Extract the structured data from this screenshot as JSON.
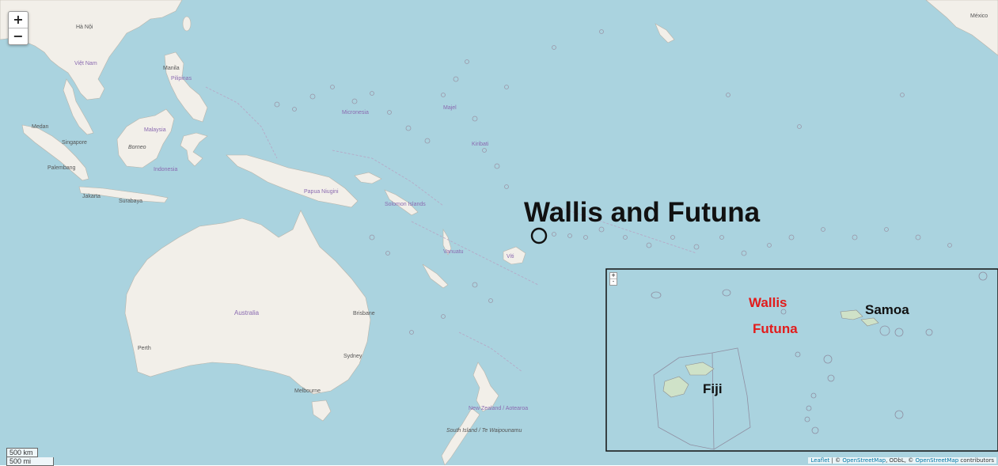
{
  "controls": {
    "zoom_in": "+",
    "zoom_out": "−",
    "mini_zoom_in": "+",
    "mini_zoom_out": "-"
  },
  "scale": {
    "km": "500 km",
    "mi": "500 mi"
  },
  "attribution": {
    "leaflet": "Leaflet",
    "sep1": " | © ",
    "osm1": "OpenStreetMap",
    "odbl": ", ODbL, © ",
    "osm2": "OpenStreetMap",
    "contrib": " contributors"
  },
  "annotation": {
    "title": "Wallis and Futuna"
  },
  "inset": {
    "labels": {
      "wallis": "Wallis",
      "futuna": "Futuna",
      "samoa": "Samoa",
      "fiji": "Fiji"
    }
  },
  "place_labels": {
    "ha_noi": "Hà Nội",
    "viet_nam": "Việt Nam",
    "manila": "Manila",
    "pilipinas": "Pilipinas",
    "malaysia": "Malaysia",
    "singapore": "Singapore",
    "medan": "Medan",
    "palembang": "Palembang",
    "jakarta": "Jakarta",
    "surabaya": "Surabaya",
    "indonesia": "Indonesia",
    "borneo": "Borneo",
    "micronesia": "Micronesia",
    "majel": "Majel",
    "kiribati": "Kiribati",
    "papua": "Papua Niugini",
    "solomon": "Solomon Islands",
    "vanuatu": "Vanuatu",
    "viti": "Viti",
    "australia": "Australia",
    "brisbane": "Brisbane",
    "sydney": "Sydney",
    "melbourne": "Melbourne",
    "perth": "Perth",
    "new_zealand": "New Zealand / Aotearoa",
    "south_island": "South Island / Te Waipounamu",
    "mexico": "México"
  },
  "colors": {
    "ocean": "#aad3df",
    "land": "#f2efe9",
    "land_se": "#eeebe4",
    "border": "#b7a5c4",
    "label_black": "#111111",
    "label_red": "#e21b1b",
    "inset_border": "#111111",
    "map_label": "#555555"
  }
}
